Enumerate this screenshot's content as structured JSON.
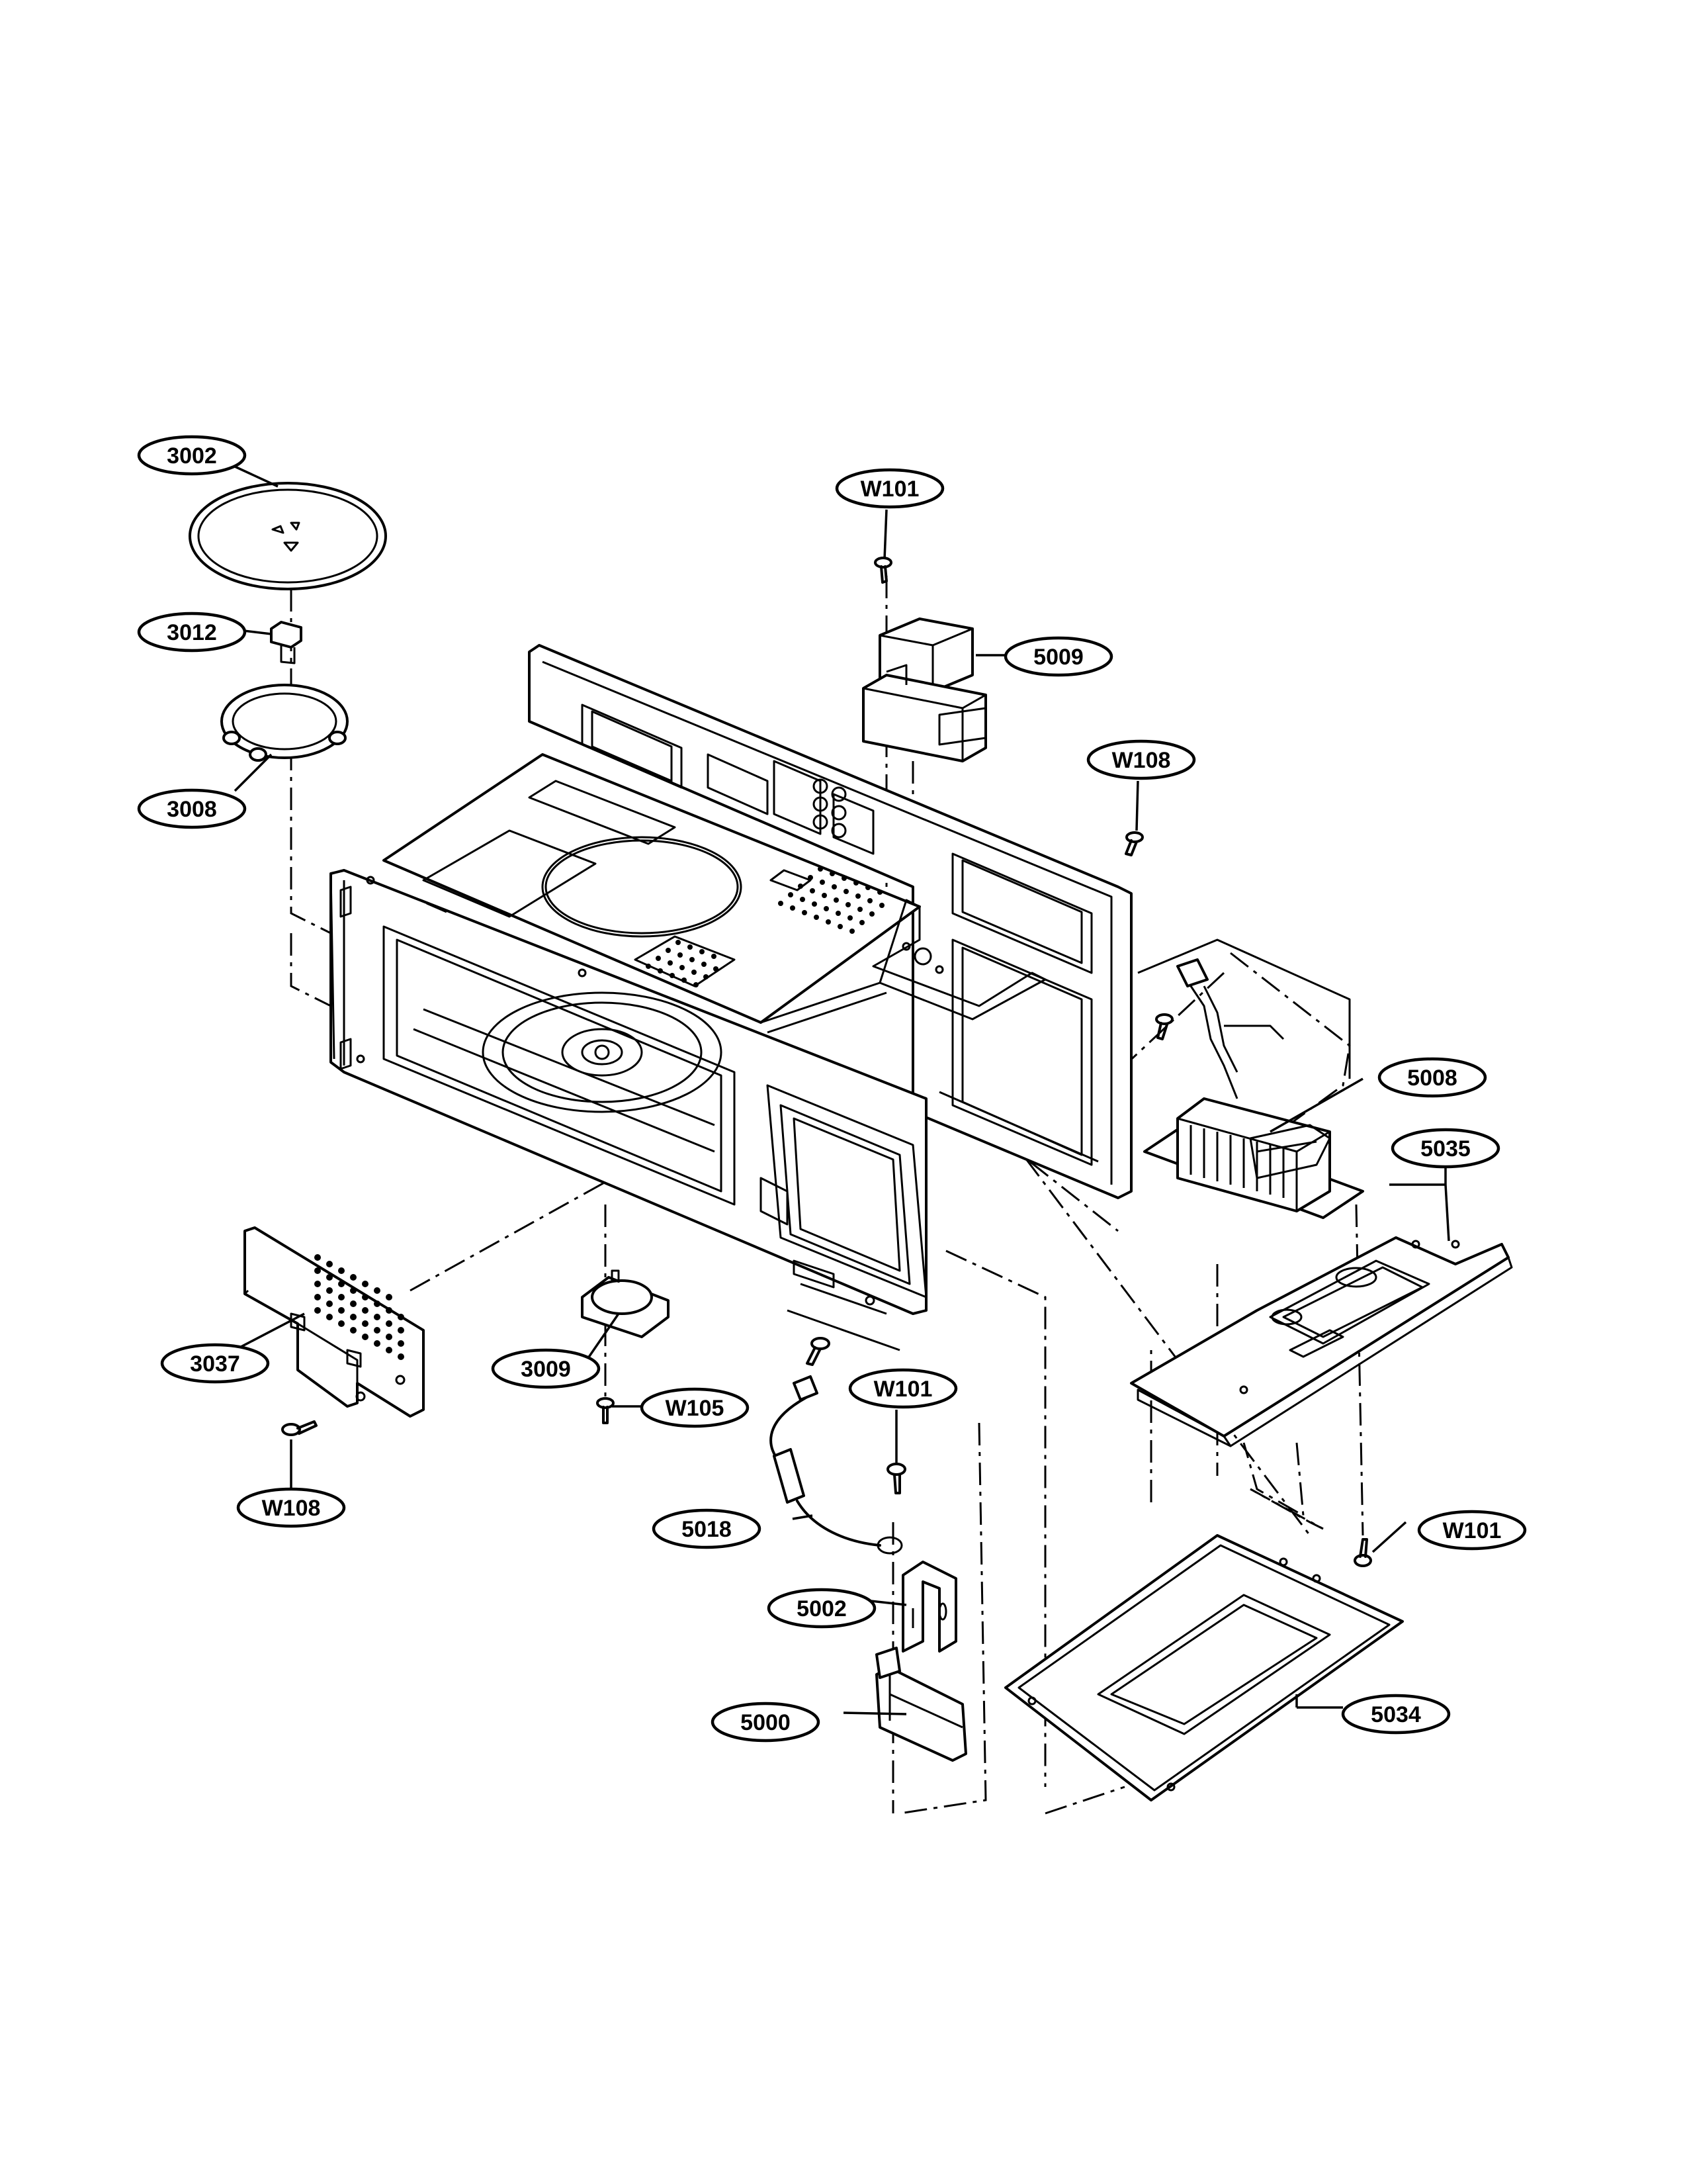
{
  "callouts": [
    {
      "id": "3002",
      "label": "3002"
    },
    {
      "id": "3012",
      "label": "3012"
    },
    {
      "id": "3008",
      "label": "3008"
    },
    {
      "id": "3037",
      "label": "3037"
    },
    {
      "id": "3009",
      "label": "3009"
    },
    {
      "id": "w105",
      "label": "W105"
    },
    {
      "id": "w108-left",
      "label": "W108"
    },
    {
      "id": "w101-top",
      "label": "W101"
    },
    {
      "id": "5009",
      "label": "5009"
    },
    {
      "id": "w108-right",
      "label": "W108"
    },
    {
      "id": "5008",
      "label": "5008"
    },
    {
      "id": "5035",
      "label": "5035"
    },
    {
      "id": "w101-mid",
      "label": "W101"
    },
    {
      "id": "5018",
      "label": "5018"
    },
    {
      "id": "5002",
      "label": "5002"
    },
    {
      "id": "5000",
      "label": "5000"
    },
    {
      "id": "w101-right",
      "label": "W101"
    },
    {
      "id": "5034",
      "label": "5034"
    }
  ]
}
